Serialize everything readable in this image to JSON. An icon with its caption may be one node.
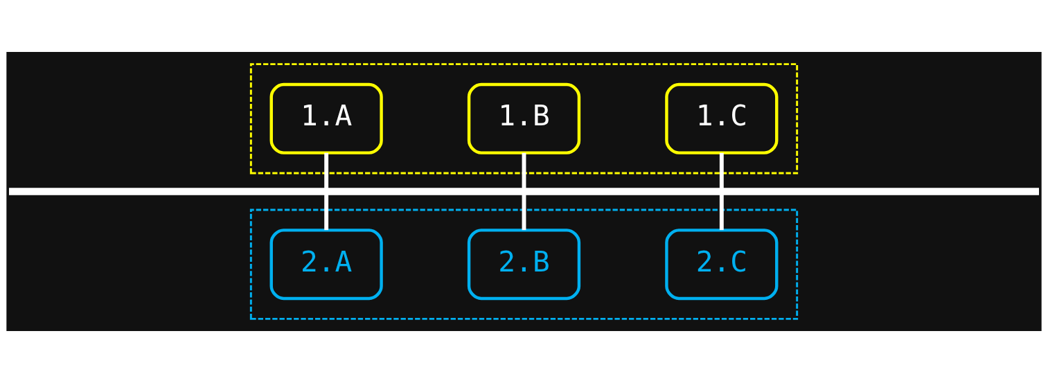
{
  "diagram": {
    "nodes": [
      {
        "text": [],
        "shape": "box"
      },
      {
        "text": [
          "1.A"
        ],
        "in": 0
      },
      {
        "text": [
          "1.B"
        ],
        "in": 0
      },
      {
        "text": [
          "1.C"
        ],
        "in": 0
      },
      {
        "text": [],
        "shape": "bar"
      },
      {
        "text": [],
        "shape": "box"
      },
      {
        "text": [
          "2.A"
        ],
        "in": 5
      },
      {
        "text": [
          "2.B"
        ],
        "in": 5
      },
      {
        "text": [
          "2.C"
        ],
        "in": 5
      }
    ],
    "edges": [
      {
        "from": 1,
        "to": 4,
        "arrow": "none"
      },
      {
        "from": 2,
        "to": 4,
        "arrow": "none"
      },
      {
        "from": 3,
        "to": 4,
        "arrow": "none"
      },
      {
        "from": 4,
        "to": 6,
        "arrow": "none"
      },
      {
        "from": 4,
        "to": 7,
        "arrow": "none"
      },
      {
        "from": 4,
        "to": 8,
        "arrow": "none"
      }
    ]
  }
}
